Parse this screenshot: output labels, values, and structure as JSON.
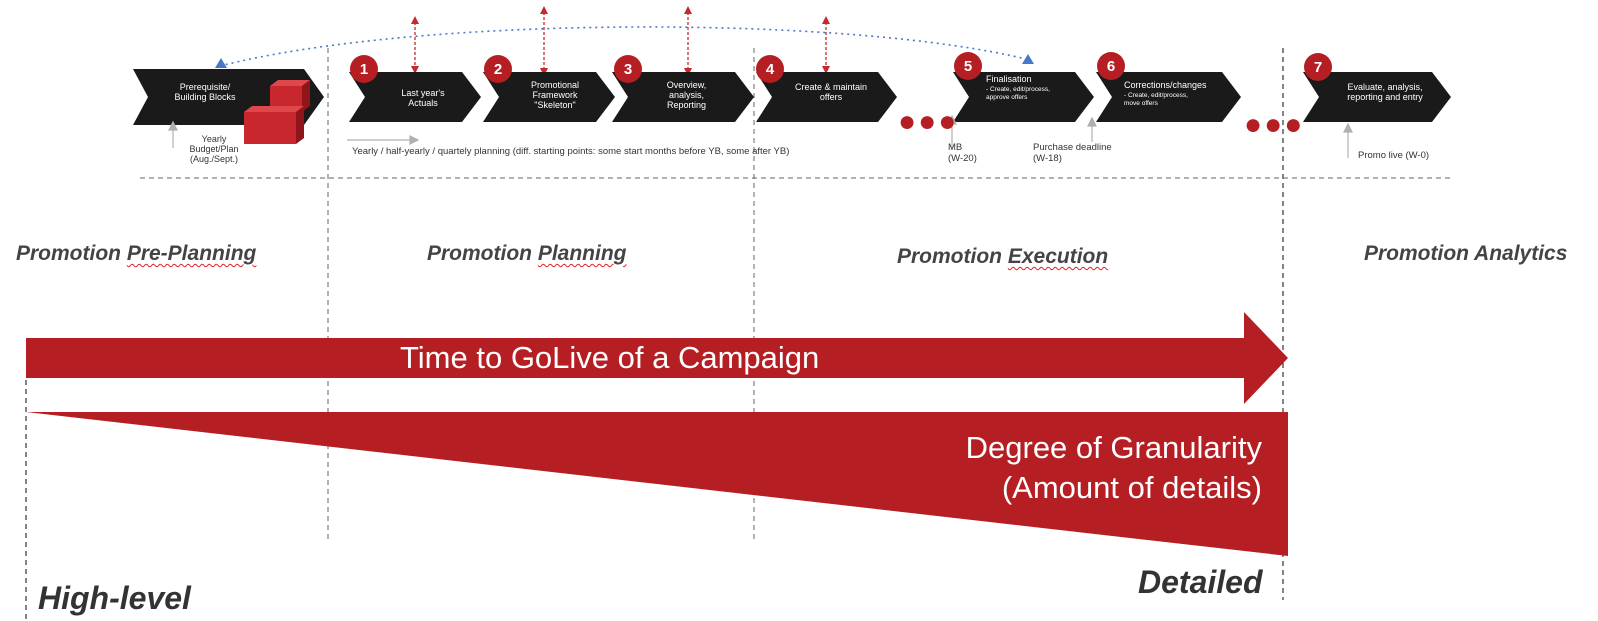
{
  "steps": {
    "prereq": {
      "label": "Prerequisite/\nBuilding Blocks"
    },
    "s1": {
      "num": "1",
      "label": "Last year's\nActuals"
    },
    "s2": {
      "num": "2",
      "label": "Promotional\nFramework\n\"Skeleton\""
    },
    "s3": {
      "num": "3",
      "label": "Overview,\nanalysis,\nReporting"
    },
    "s4": {
      "num": "4",
      "label": "Create &  maintain\noffers"
    },
    "s5": {
      "num": "5",
      "label": "Finalisation",
      "sub": "- Create, edit/process,\napprove offers"
    },
    "s6": {
      "num": "6",
      "label": "Corrections/changes",
      "sub": "- Create, edit/process,\nmove offers"
    },
    "s7": {
      "num": "7",
      "label": "Evaluate, analysis,\nreporting and entry"
    }
  },
  "notes": {
    "budget": "Yearly\nBudget/Plan\n(Aug./Sept.)",
    "planning": "Yearly / half-yearly / quartely planning (diff. starting points: some start months before YB, some after YB)",
    "mb": "MB\n(W-20)",
    "purchase": "Purchase deadline\n(W-18)",
    "promo_live": "Promo live (W-0)"
  },
  "ellipsis": "●●●",
  "phases": {
    "pre": {
      "first": "Promotion ",
      "second": "Pre-Planning"
    },
    "planning": {
      "first": "Promotion ",
      "second": "Planning"
    },
    "execution": {
      "first": "Promotion ",
      "second": "Execution"
    },
    "analytics": {
      "label": "Promotion Analytics"
    }
  },
  "time_arrow": {
    "label": "Time to GoLive of a Campaign"
  },
  "granularity": {
    "line1": "Degree of Granularity",
    "line2": "(Amount of details)"
  },
  "ends": {
    "left": "High-level",
    "right": "Detailed"
  },
  "colors": {
    "primary": "#b51f24",
    "dark": "#1a1a1a",
    "blue": "#4a78c8"
  }
}
